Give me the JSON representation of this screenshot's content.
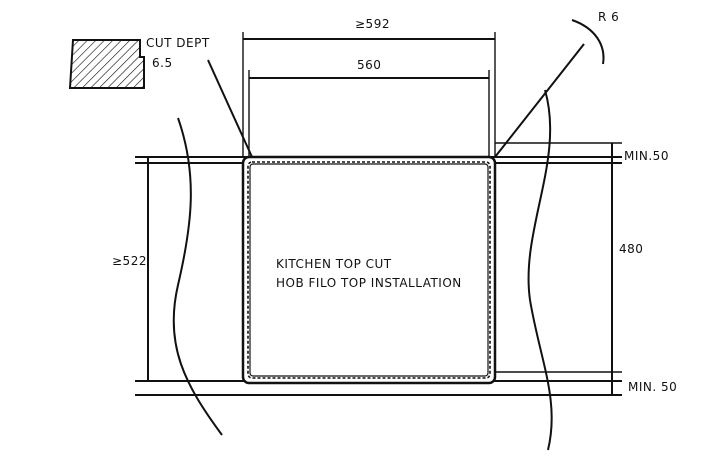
{
  "dimensions": {
    "cut_width_min": "≥592",
    "cut_width": "560",
    "cut_depth_min": "≥522",
    "cut_depth": "480",
    "margin_top": "MIN.50",
    "margin_bottom": "MIN. 50",
    "corner_radius": "R 6"
  },
  "section_detail": {
    "title": "CUT DEPT",
    "value": "6.5"
  },
  "note": {
    "line1": "KITCHEN TOP CUT",
    "line2": "HOB FILO TOP INSTALLATION"
  }
}
